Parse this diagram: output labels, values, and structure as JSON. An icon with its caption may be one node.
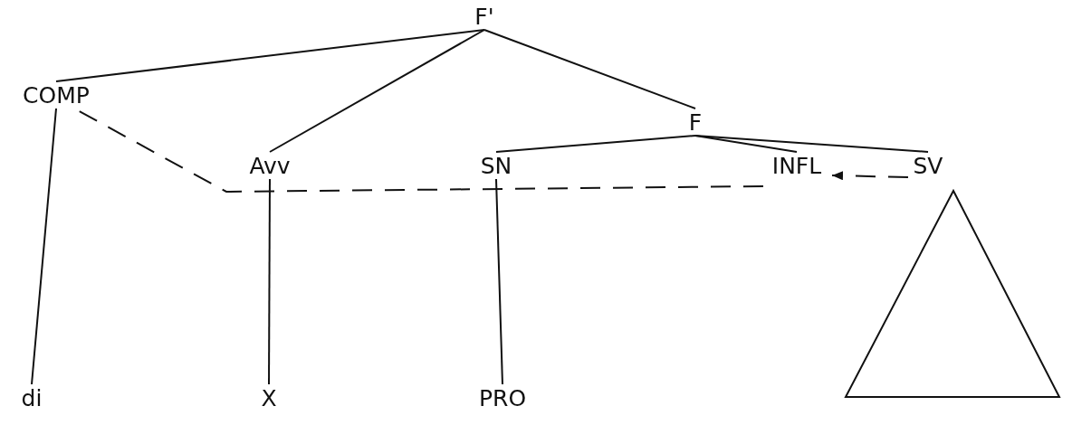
{
  "diagram": {
    "nodes": [
      {
        "text": [
          "F'"
        ]
      },
      {
        "text": [
          "COMP"
        ]
      },
      {
        "text": [
          "F"
        ]
      },
      {
        "text": [
          "Avv"
        ]
      },
      {
        "text": [
          "SN"
        ]
      },
      {
        "text": [
          "INFL"
        ]
      },
      {
        "text": [
          "SV"
        ]
      },
      {
        "text": [
          "di"
        ]
      },
      {
        "text": [
          "X"
        ]
      },
      {
        "text": [
          "PRO"
        ]
      },
      {
        "text": [],
        "shape": "triangle"
      }
    ],
    "edges": [
      {
        "from": 0,
        "to": 1,
        "arrow": "none"
      },
      {
        "from": 0,
        "to": 3,
        "arrow": "none"
      },
      {
        "from": 0,
        "to": 2,
        "arrow": "none"
      },
      {
        "from": 2,
        "to": 4,
        "arrow": "none"
      },
      {
        "from": 2,
        "to": 5,
        "arrow": "none"
      },
      {
        "from": 2,
        "to": 6,
        "arrow": "none"
      },
      {
        "from": 1,
        "to": 7,
        "arrow": "none"
      },
      {
        "from": 3,
        "to": 8,
        "arrow": "none"
      },
      {
        "from": 4,
        "to": 9,
        "arrow": "none"
      },
      {
        "from": 6,
        "to": 5,
        "arrow": "to",
        "style": "dashed"
      },
      {
        "from": 5,
        "to": 1,
        "arrow": "none",
        "style": "dashed"
      }
    ]
  }
}
